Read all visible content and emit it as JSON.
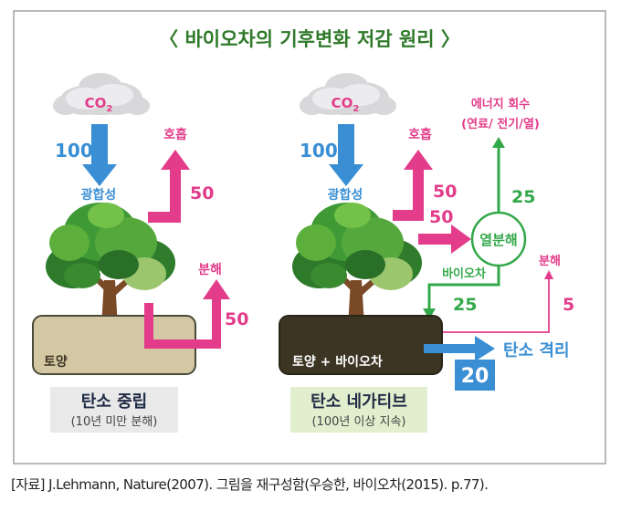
{
  "title": "〈 바이오차의 기후변화 저감 원리 〉",
  "colors": {
    "blue": "#3a8fd4",
    "pink": "#e23c8a",
    "green": "#33a84a",
    "title_green": "#2f7a2a",
    "soil_tan": "#d3c8a3",
    "soil_dark": "#3c3524",
    "label_box_left": "#e9e9ea",
    "label_box_right": "#e1efcf",
    "result_box": "#3a8fd4"
  },
  "left": {
    "cloud": {
      "base": "CO",
      "sub": "2"
    },
    "input_value": "100",
    "photosynthesis": "광합성",
    "respiration": "호흡",
    "respiration_value": "50",
    "decomposition": "분해",
    "decomposition_value": "50",
    "soil": "토양",
    "name": "탄소 중립",
    "note": "(10년 미만 분해)"
  },
  "right": {
    "cloud": {
      "base": "CO",
      "sub": "2"
    },
    "input_value": "100",
    "photosynthesis": "광합성",
    "respiration": "호흡",
    "respiration_value": "50",
    "pyrolysis_in_value": "50",
    "pyrolysis": "열분해",
    "energy_recovery": "에너지 회수",
    "energy_detail": "(연료/ 전기/열)",
    "energy_value": "25",
    "biochar": "바이오차",
    "biochar_value": "25",
    "decomposition": "분해",
    "decomposition_value": "5",
    "soil": "토양 + 바이오차",
    "sequestration": "탄소 격리",
    "sequestration_value": "20",
    "name": "탄소 네가티브",
    "note": "(100년 이상 지속)"
  },
  "caption": "[자료] J.Lehmann, Nature(2007). 그림을 재구성함(우승한, 바이오차(2015). p.77)."
}
